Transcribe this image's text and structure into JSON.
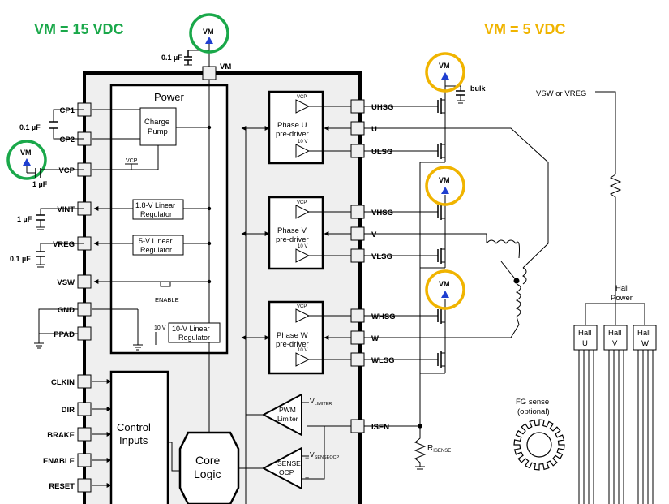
{
  "headings": {
    "left": "VM = 15 VDC",
    "right": "VM = 5 VDC"
  },
  "colors": {
    "green": "#1aa84a",
    "gold": "#f0b400",
    "arrow": "#1f3fd0",
    "chip": "#efefef",
    "wire": "#000000"
  },
  "chip": {
    "power_title": "Power",
    "charge_pump": [
      "Charge",
      "Pump"
    ],
    "vcp_label": "VCP",
    "reg18": [
      "1.8-V Linear",
      "Regulator"
    ],
    "reg5": [
      "5-V Linear",
      "Regulator"
    ],
    "enable_label": "ENABLE",
    "reg10": [
      "10-V Linear",
      "Regulator"
    ],
    "reg10_label": "10 V",
    "control": [
      "Control",
      "Inputs"
    ],
    "core": [
      "Core",
      "Logic"
    ],
    "phase_u": [
      "Phase U",
      "pre-driver"
    ],
    "phase_v": [
      "Phase V",
      "pre-driver"
    ],
    "phase_w": [
      "Phase W",
      "pre-driver"
    ],
    "drv_vcp": "VCP",
    "drv_10v": "10 V",
    "pwm": [
      "PWM",
      "Limiter"
    ],
    "v_limiter": "V",
    "v_limiter_sub": "LIMITER",
    "sense": [
      "SENSE",
      "OCP"
    ],
    "v_senseocp": "V",
    "v_senseocp_sub": "SENSEOCP"
  },
  "pins": {
    "left": [
      "CP1",
      "CP2",
      "VCP",
      "VINT",
      "VREG",
      "VSW",
      "GND",
      "PPAD",
      "CLKIN",
      "DIR",
      "BRAKE",
      "ENABLE",
      "RESET"
    ],
    "top": "VM",
    "right": [
      "UHSG",
      "U",
      "ULSG",
      "VHSG",
      "V",
      "VLSG",
      "WHSG",
      "W",
      "WLSG",
      "ISEN"
    ]
  },
  "components": {
    "cap_vm": "0.1 µF",
    "cap_cp": "0.1 µF",
    "cap_vcp": "1 µF",
    "cap_vint": "1 µF",
    "cap_vreg": "0.1 µF",
    "bulk": "bulk",
    "rsense": "R",
    "rsense_sub": "ISENSE",
    "vm_label": "VM"
  },
  "external": {
    "vsw_vreg": "VSW or VREG",
    "hall_power": [
      "Hall",
      "Power"
    ],
    "hall": [
      [
        "Hall",
        "U"
      ],
      [
        "Hall",
        "V"
      ],
      [
        "Hall",
        "W"
      ]
    ],
    "fg_sense": [
      "FG sense",
      "(optional)"
    ]
  }
}
